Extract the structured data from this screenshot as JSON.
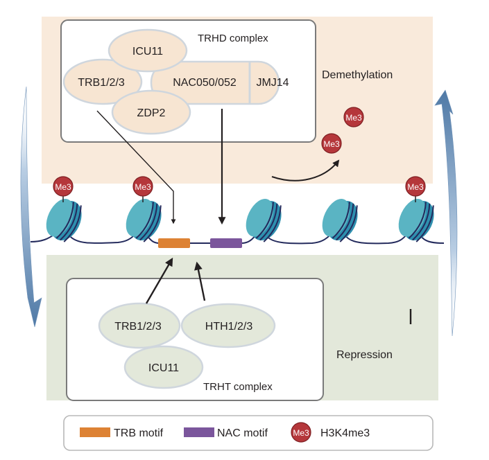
{
  "trhd": {
    "title": "TRHD complex",
    "proteins": [
      "ICU11",
      "TRB1/2/3",
      "NAC050/052",
      "JMJ14",
      "ZDP2"
    ]
  },
  "trht": {
    "title": "TRHT complex",
    "proteins": [
      "TRB1/2/3",
      "HTH1/2/3",
      "ICU11"
    ]
  },
  "processes": {
    "top": "Demethylation",
    "bottom": "Repression"
  },
  "mark_label": "Me3",
  "colors": {
    "top_panel": "#f9eadb",
    "bottom_panel": "#e3e8da",
    "trhd_protein_fill": "#f7e5d2",
    "trht_protein_fill": "#e3e8da",
    "protein_stroke": "#cfd6dd",
    "nucleosome_light": "#5ab4c3",
    "nucleosome_dark": "#2e8fae",
    "dna": "#232a5c",
    "me3_fill": "#b5373b",
    "trb_motif": "#dd8234",
    "nac_motif": "#7b569c",
    "cycle_arrow": "#5b84ae"
  },
  "legend": {
    "items": [
      {
        "label": "TRB motif",
        "type": "swatch",
        "color": "#dd8234"
      },
      {
        "label": "NAC motif",
        "type": "swatch",
        "color": "#7b569c"
      },
      {
        "label": "H3K4me3",
        "type": "me3"
      }
    ]
  }
}
